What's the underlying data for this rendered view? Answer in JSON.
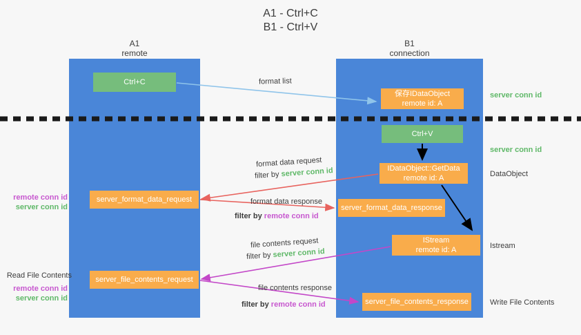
{
  "title": {
    "line1": "A1 - Ctrl+C",
    "line2": "B1 - Ctrl+V"
  },
  "columns": [
    {
      "name": "A1",
      "sub": "remote"
    },
    {
      "name": "B1",
      "sub": "connection"
    }
  ],
  "nodes": {
    "ctrl_c": "Ctrl+C",
    "save_idataobject": {
      "line1": "保存IDataObject",
      "line2": "remote id: A"
    },
    "ctrl_v": "Ctrl+V",
    "getdata": {
      "line1": "IDataObject::GetData",
      "line2": "remote id: A"
    },
    "istream": {
      "line1": "IStream",
      "line2": "remote id: A"
    },
    "server_format_data_request": "server_format_data_request",
    "server_format_data_response": "server_format_data_response",
    "server_file_contents_request": "server_file_contents_request",
    "server_file_contents_response": "server_file_contents_response"
  },
  "right_labels": {
    "server_conn_id_1": "server conn id",
    "server_conn_id_2": "server conn id",
    "dataobject": "DataObject",
    "istream": "Istream",
    "write_file_contents": "Write File Contents"
  },
  "left_labels": {
    "remote_conn_id_1": "remote conn id",
    "server_conn_id_1": "server conn id",
    "read_file_contents": "Read File Contents",
    "remote_conn_id_2": "remote conn id",
    "server_conn_id_2": "server conn id"
  },
  "edges": {
    "format_list": "format list",
    "format_data_request": "format data request",
    "filter_by": "filter by",
    "server_conn_id": "server conn id",
    "remote_conn_id": "remote conn id",
    "format_data_response": "format data response",
    "file_contents_request": "file contents request",
    "file_contents_response": "file contents response"
  },
  "colors": {
    "lane": "#4a86d8",
    "green_node": "#76bd7c",
    "orange_node": "#f9ac4b",
    "server_conn_id": "#5fb868",
    "remote_conn_id": "#c758cf",
    "red_arrow": "#e8635e",
    "magenta_arrow": "#c347c8",
    "light_blue_arrow": "#8fc4ea",
    "black_arrow": "#000000",
    "background": "#f7f7f7"
  }
}
